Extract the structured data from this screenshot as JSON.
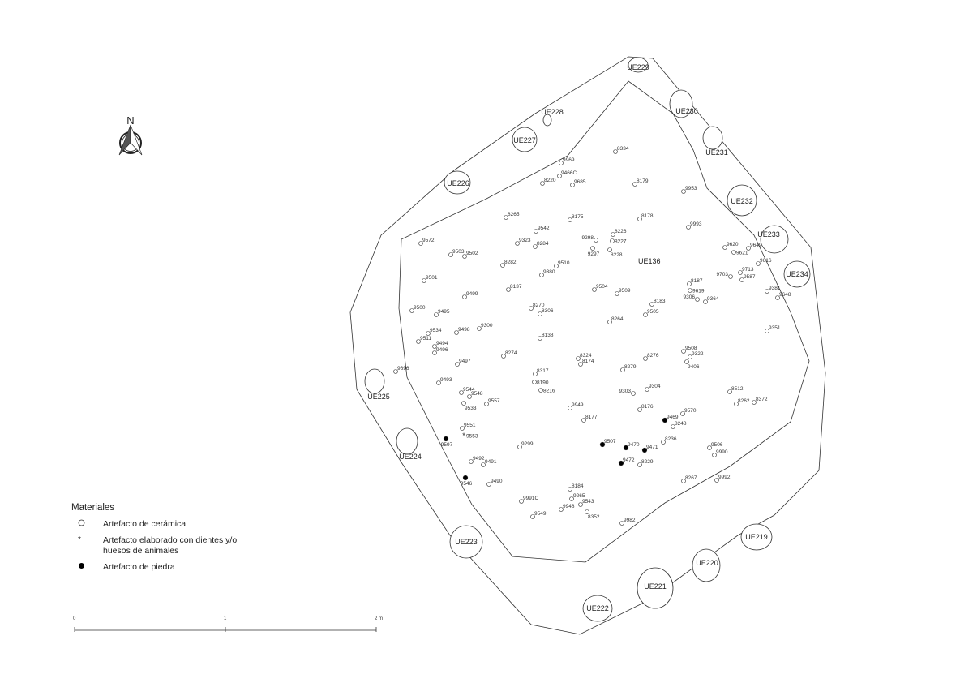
{
  "north_arrow": {
    "label": "N"
  },
  "legend": {
    "title": "Materiales",
    "items": [
      {
        "symbol": "open-circle",
        "label": "Artefacto de cerámica"
      },
      {
        "symbol": "asterisk",
        "label": "Artefacto elaborado con dientes y/o huesos de animales"
      },
      {
        "symbol": "filled-circle",
        "label": "Artefacto de piedra"
      }
    ]
  },
  "scale_bar": {
    "labels": [
      "0",
      "1",
      "2 m"
    ]
  },
  "main_unit": "UE136",
  "features": [
    "UE229",
    "UE228",
    "UE230",
    "UE227",
    "UE231",
    "UE226",
    "UE232",
    "UE233",
    "UE234",
    "UE225",
    "UE224",
    "UE223",
    "UE219",
    "UE220",
    "UE221",
    "UE222"
  ],
  "artifacts": [
    {
      "id": "9969",
      "type": "ceramica"
    },
    {
      "id": "9466C",
      "type": "ceramica"
    },
    {
      "id": "8220",
      "type": "ceramica"
    },
    {
      "id": "9685",
      "type": "ceramica"
    },
    {
      "id": "8334",
      "type": "ceramica"
    },
    {
      "id": "8179",
      "type": "ceramica"
    },
    {
      "id": "9953",
      "type": "ceramica"
    },
    {
      "id": "8265",
      "type": "ceramica"
    },
    {
      "id": "8175",
      "type": "ceramica"
    },
    {
      "id": "8178",
      "type": "ceramica"
    },
    {
      "id": "9993",
      "type": "ceramica"
    },
    {
      "id": "9542",
      "type": "ceramica"
    },
    {
      "id": "9298",
      "type": "ceramica"
    },
    {
      "id": "8226",
      "type": "ceramica"
    },
    {
      "id": "8227",
      "type": "ceramica"
    },
    {
      "id": "9297",
      "type": "ceramica"
    },
    {
      "id": "8228",
      "type": "ceramica"
    },
    {
      "id": "9323",
      "type": "ceramica"
    },
    {
      "id": "8284",
      "type": "ceramica"
    },
    {
      "id": "9572",
      "type": "ceramica"
    },
    {
      "id": "9503",
      "type": "ceramica"
    },
    {
      "id": "9502",
      "type": "ceramica"
    },
    {
      "id": "8282",
      "type": "ceramica"
    },
    {
      "id": "9510",
      "type": "ceramica"
    },
    {
      "id": "9380",
      "type": "ceramica"
    },
    {
      "id": "9620",
      "type": "ceramica"
    },
    {
      "id": "9621",
      "type": "ceramica"
    },
    {
      "id": "9649",
      "type": "ceramica"
    },
    {
      "id": "9616",
      "type": "ceramica"
    },
    {
      "id": "9703",
      "type": "ceramica"
    },
    {
      "id": "9713",
      "type": "ceramica"
    },
    {
      "id": "9587",
      "type": "ceramica"
    },
    {
      "id": "9501",
      "type": "ceramica"
    },
    {
      "id": "8137",
      "type": "ceramica"
    },
    {
      "id": "9499",
      "type": "ceramica"
    },
    {
      "id": "9504",
      "type": "ceramica"
    },
    {
      "id": "9509",
      "type": "ceramica"
    },
    {
      "id": "8187",
      "type": "ceramica"
    },
    {
      "id": "9619",
      "type": "ceramica"
    },
    {
      "id": "9306",
      "type": "ceramica"
    },
    {
      "id": "9364",
      "type": "ceramica"
    },
    {
      "id": "8183",
      "type": "ceramica"
    },
    {
      "id": "9505",
      "type": "ceramica"
    },
    {
      "id": "9381",
      "type": "ceramica"
    },
    {
      "id": "9648",
      "type": "ceramica"
    },
    {
      "id": "8270",
      "type": "ceramica"
    },
    {
      "id": "8306",
      "type": "ceramica"
    },
    {
      "id": "9500",
      "type": "ceramica"
    },
    {
      "id": "9495",
      "type": "ceramica"
    },
    {
      "id": "9534",
      "type": "ceramica"
    },
    {
      "id": "9511",
      "type": "ceramica"
    },
    {
      "id": "9498",
      "type": "ceramica"
    },
    {
      "id": "9300",
      "type": "ceramica"
    },
    {
      "id": "8264",
      "type": "ceramica"
    },
    {
      "id": "9351",
      "type": "ceramica"
    },
    {
      "id": "8138",
      "type": "ceramica"
    },
    {
      "id": "9494",
      "type": "ceramica"
    },
    {
      "id": "9496",
      "type": "ceramica"
    },
    {
      "id": "8274",
      "type": "ceramica"
    },
    {
      "id": "8324",
      "type": "ceramica"
    },
    {
      "id": "8174",
      "type": "ceramica"
    },
    {
      "id": "8276",
      "type": "ceramica"
    },
    {
      "id": "9508",
      "type": "ceramica"
    },
    {
      "id": "9322",
      "type": "ceramica"
    },
    {
      "id": "9406",
      "type": "ceramica"
    },
    {
      "id": "9497",
      "type": "ceramica"
    },
    {
      "id": "9696",
      "type": "ceramica"
    },
    {
      "id": "8317",
      "type": "ceramica"
    },
    {
      "id": "8190",
      "type": "ceramica"
    },
    {
      "id": "8216",
      "type": "ceramica"
    },
    {
      "id": "8279",
      "type": "ceramica"
    },
    {
      "id": "9493",
      "type": "ceramica"
    },
    {
      "id": "9303",
      "type": "ceramica"
    },
    {
      "id": "9304",
      "type": "ceramica"
    },
    {
      "id": "8512",
      "type": "ceramica"
    },
    {
      "id": "9544",
      "type": "ceramica"
    },
    {
      "id": "9548",
      "type": "ceramica"
    },
    {
      "id": "8262",
      "type": "ceramica"
    },
    {
      "id": "8372",
      "type": "ceramica"
    },
    {
      "id": "9557",
      "type": "ceramica"
    },
    {
      "id": "9533",
      "type": "ceramica"
    },
    {
      "id": "8176",
      "type": "ceramica"
    },
    {
      "id": "9949",
      "type": "ceramica"
    },
    {
      "id": "9570",
      "type": "ceramica"
    },
    {
      "id": "9469",
      "type": "piedra"
    },
    {
      "id": "8248",
      "type": "ceramica"
    },
    {
      "id": "8177",
      "type": "ceramica"
    },
    {
      "id": "9551",
      "type": "ceramica"
    },
    {
      "id": "9553",
      "type": "hueso"
    },
    {
      "id": "9597",
      "type": "piedra"
    },
    {
      "id": "8236",
      "type": "ceramica"
    },
    {
      "id": "9507",
      "type": "piedra"
    },
    {
      "id": "9470",
      "type": "piedra"
    },
    {
      "id": "9471",
      "type": "piedra"
    },
    {
      "id": "9506",
      "type": "ceramica"
    },
    {
      "id": "9990",
      "type": "ceramica"
    },
    {
      "id": "9299",
      "type": "ceramica"
    },
    {
      "id": "9472",
      "type": "piedra"
    },
    {
      "id": "8229",
      "type": "ceramica"
    },
    {
      "id": "9492",
      "type": "ceramica"
    },
    {
      "id": "9491",
      "type": "ceramica"
    },
    {
      "id": "9546",
      "type": "piedra"
    },
    {
      "id": "9490",
      "type": "ceramica"
    },
    {
      "id": "8267",
      "type": "ceramica"
    },
    {
      "id": "9992",
      "type": "ceramica"
    },
    {
      "id": "8184",
      "type": "ceramica"
    },
    {
      "id": "9265",
      "type": "ceramica"
    },
    {
      "id": "9991C",
      "type": "ceramica"
    },
    {
      "id": "9543",
      "type": "ceramica"
    },
    {
      "id": "9948",
      "type": "ceramica"
    },
    {
      "id": "8352",
      "type": "ceramica"
    },
    {
      "id": "9549",
      "type": "ceramica"
    },
    {
      "id": "9982",
      "type": "ceramica"
    }
  ]
}
